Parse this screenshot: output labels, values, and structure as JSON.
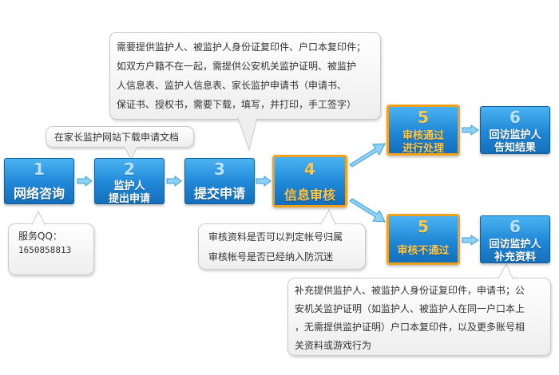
{
  "steps": [
    {
      "num": "1",
      "line1": "网络咨询",
      "line2": ""
    },
    {
      "num": "2",
      "line1": "监护人",
      "line2": "提出申请"
    },
    {
      "num": "3",
      "line1": "提交申请",
      "line2": ""
    },
    {
      "num": "4",
      "line1": "信息审核",
      "line2": ""
    },
    {
      "num": "5",
      "line1": "审核通过",
      "line2": "进行处理"
    },
    {
      "num": "6",
      "line1": "回访监护人",
      "line2": "告知结果"
    },
    {
      "num": "5",
      "line1": "审核不通过",
      "line2": ""
    },
    {
      "num": "6",
      "line1": "回访监护人",
      "line2": "补充资料"
    }
  ],
  "notes": {
    "top": [
      "需要提供监护人、被监护人身份证复印件、户口本复印件；",
      "如双方户籍不在一起，需提供公安机关监护证明、被监护",
      "人信息表、监护人信息表、家长监护申请书（申请书、",
      "保证书、授权书，需要下载，填写，并打印，手工签字）"
    ],
    "download": "在家长监护网站下载申请文档",
    "qq_label": "服务QQ：",
    "qq_number": "1650858813",
    "review": [
      "审核资料是否可以判定帐号归属",
      "审核帐号是否已经纳入防沉迷"
    ],
    "supplement": [
      "补充提供监护人、被监护人身份证复印件，申请书；公",
      "安机关监护证明（如监护人、被监护人在同一户口本上",
      "，无需提供监护证明）户口本复印件，以及更多账号相",
      "关资料或游戏行为"
    ]
  },
  "colors": {
    "step_blue": "#1f87d6",
    "highlight_orange": "#f0a21c",
    "arrow_light_blue": "#8fd0f5"
  }
}
